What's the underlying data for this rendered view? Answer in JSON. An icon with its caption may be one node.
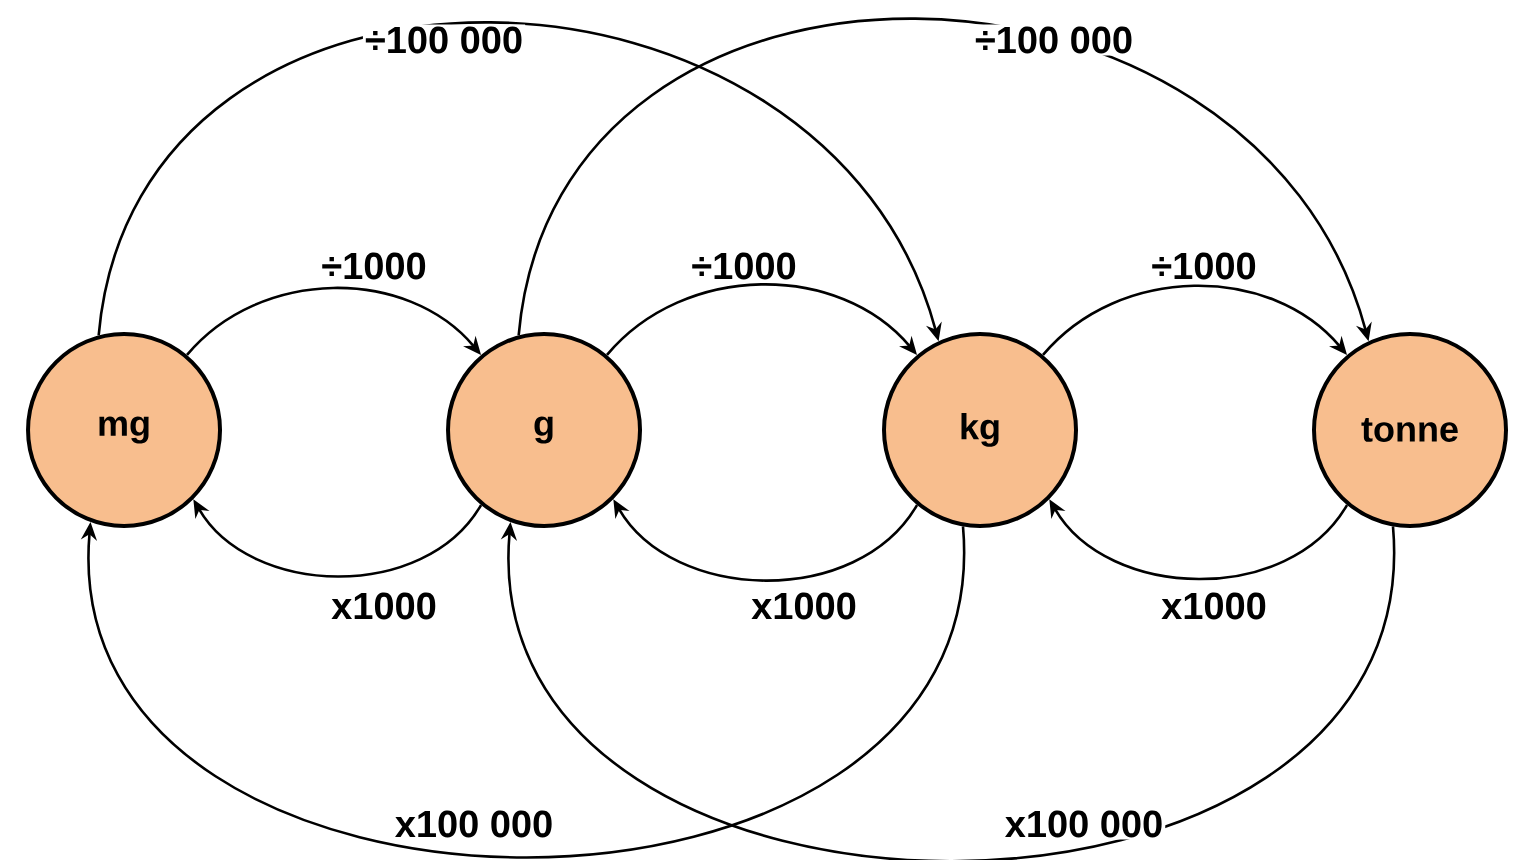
{
  "diagram": {
    "nodes": [
      {
        "text": [
          "mg"
        ]
      },
      {
        "text": [
          "g"
        ]
      },
      {
        "text": [
          "kg"
        ]
      },
      {
        "text": [
          "tonne"
        ]
      }
    ],
    "edges": [
      {
        "from": 0,
        "to": 1,
        "arrow": "to",
        "label": "÷1000"
      },
      {
        "from": 1,
        "to": 2,
        "arrow": "to",
        "label": "÷1000"
      },
      {
        "from": 2,
        "to": 3,
        "arrow": "to",
        "label": "÷1000"
      },
      {
        "from": 1,
        "to": 0,
        "arrow": "to",
        "label": "x1000"
      },
      {
        "from": 2,
        "to": 1,
        "arrow": "to",
        "label": "x1000"
      },
      {
        "from": 3,
        "to": 2,
        "arrow": "to",
        "label": "x1000"
      },
      {
        "from": 0,
        "to": 2,
        "arrow": "to",
        "label": "÷100 000"
      },
      {
        "from": 1,
        "to": 3,
        "arrow": "to",
        "label": "÷100 000"
      },
      {
        "from": 2,
        "to": 0,
        "arrow": "to",
        "label": "x100 000"
      },
      {
        "from": 3,
        "to": 1,
        "arrow": "to",
        "label": "x100 000"
      }
    ]
  }
}
